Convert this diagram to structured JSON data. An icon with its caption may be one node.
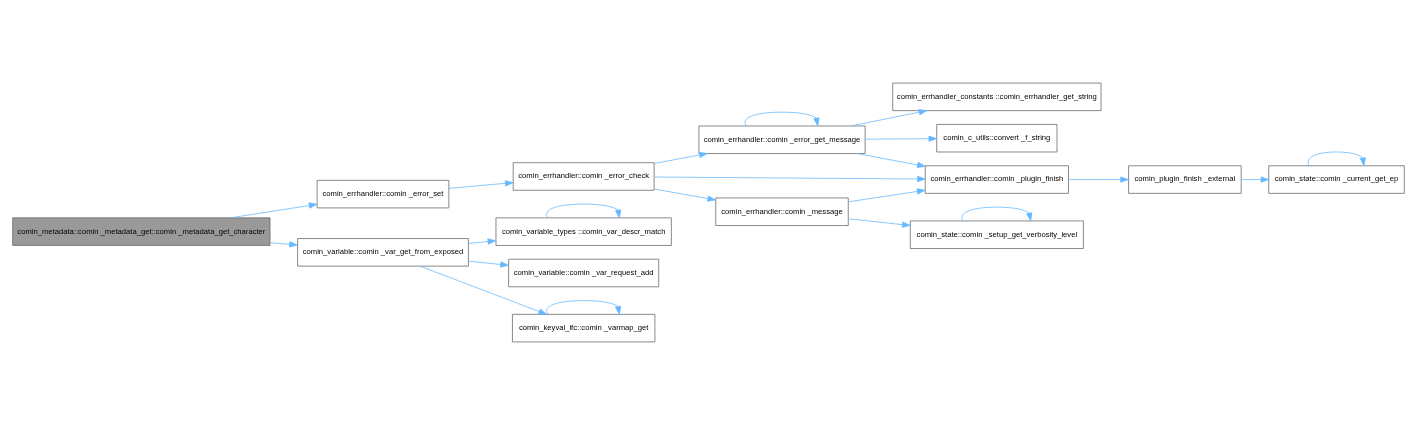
{
  "diagram": {
    "nodes": [
      {
        "text": [
          "comin_metadata::comin _metadata_get::comin _metadata_get_character"
        ]
      },
      {
        "text": [
          "comin_errhandler::comin _error_set"
        ]
      },
      {
        "text": [
          "comin_variable::comin _var_get_from_exposed"
        ]
      },
      {
        "text": [
          "comin_errhandler::comin _error_check"
        ]
      },
      {
        "text": [
          "comin_variable_types ::comin_var_descr_match"
        ]
      },
      {
        "text": [
          "comin_variable::comin _var_request_add"
        ]
      },
      {
        "text": [
          "comin_keyval_ifc::comin _varmap_get"
        ]
      },
      {
        "text": [
          "comin_errhandler::comin _error_get_message"
        ]
      },
      {
        "text": [
          "comin_errhandler::comin _message"
        ]
      },
      {
        "text": [
          "comin_errhandler_constants ::comin_errhandler_get_string"
        ]
      },
      {
        "text": [
          "comin_c_utils::convert _f_string"
        ]
      },
      {
        "text": [
          "comin_errhandler::comin _plugin_finish"
        ]
      },
      {
        "text": [
          "comin_state::comin _setup_get_verbosity_level"
        ]
      },
      {
        "text": [
          "comin_plugin_finish _external"
        ]
      },
      {
        "text": [
          "comin_state::comin _current_get_ep"
        ]
      }
    ],
    "edges": [
      {
        "from": 0,
        "to": 1,
        "arrow": "to"
      },
      {
        "from": 0,
        "to": 2,
        "arrow": "to"
      },
      {
        "from": 1,
        "to": 3,
        "arrow": "to"
      },
      {
        "from": 2,
        "to": 4,
        "arrow": "to"
      },
      {
        "from": 2,
        "to": 5,
        "arrow": "to"
      },
      {
        "from": 2,
        "to": 6,
        "arrow": "to"
      },
      {
        "from": 4,
        "to": 4,
        "arrow": "to"
      },
      {
        "from": 6,
        "to": 6,
        "arrow": "to"
      },
      {
        "from": 3,
        "to": 7,
        "arrow": "to"
      },
      {
        "from": 3,
        "to": 11,
        "arrow": "to"
      },
      {
        "from": 3,
        "to": 8,
        "arrow": "to"
      },
      {
        "from": 7,
        "to": 7,
        "arrow": "to"
      },
      {
        "from": 7,
        "to": 9,
        "arrow": "to"
      },
      {
        "from": 7,
        "to": 10,
        "arrow": "to"
      },
      {
        "from": 7,
        "to": 11,
        "arrow": "to"
      },
      {
        "from": 8,
        "to": 11,
        "arrow": "to"
      },
      {
        "from": 8,
        "to": 12,
        "arrow": "to"
      },
      {
        "from": 12,
        "to": 12,
        "arrow": "to"
      },
      {
        "from": 11,
        "to": 13,
        "arrow": "to"
      },
      {
        "from": 13,
        "to": 14,
        "arrow": "to"
      },
      {
        "from": 14,
        "to": 14,
        "arrow": "to"
      }
    ]
  }
}
